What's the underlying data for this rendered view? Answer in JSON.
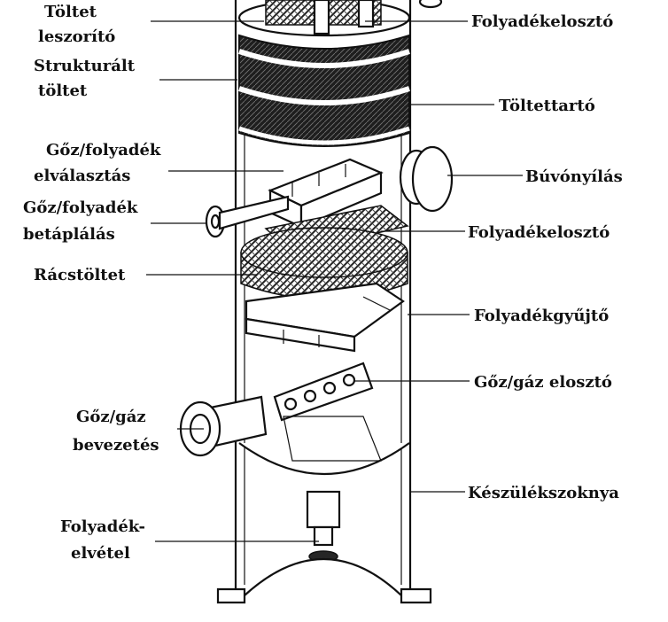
{
  "labels": {
    "packing_holddown": [
      "Töltet",
      "leszorító"
    ],
    "structured_packing": [
      "Strukturált",
      "töltet"
    ],
    "vapor_liquid_separation": [
      "Gőz/folyadék",
      "elválasztás"
    ],
    "vapor_liquid_feed": [
      "Gőz/folyadék",
      "betáplálás"
    ],
    "grid_packing": "Rácstöltet",
    "gas_inlet": [
      "Gőz/gáz",
      "bevezetés"
    ],
    "liquid_outlet": [
      "Folyadék-",
      "elvétel"
    ],
    "liquid_distributor_top": "Folyadékelosztó",
    "packing_support": "Töltettartó",
    "manhole": "Búvónyílás",
    "liquid_distributor_mid": "Folyadékelosztó",
    "liquid_collector": "Folyadékgyűjtő",
    "gas_distributor": "Gőz/gáz elosztó",
    "vessel_skirt": "Készülékszoknya"
  }
}
